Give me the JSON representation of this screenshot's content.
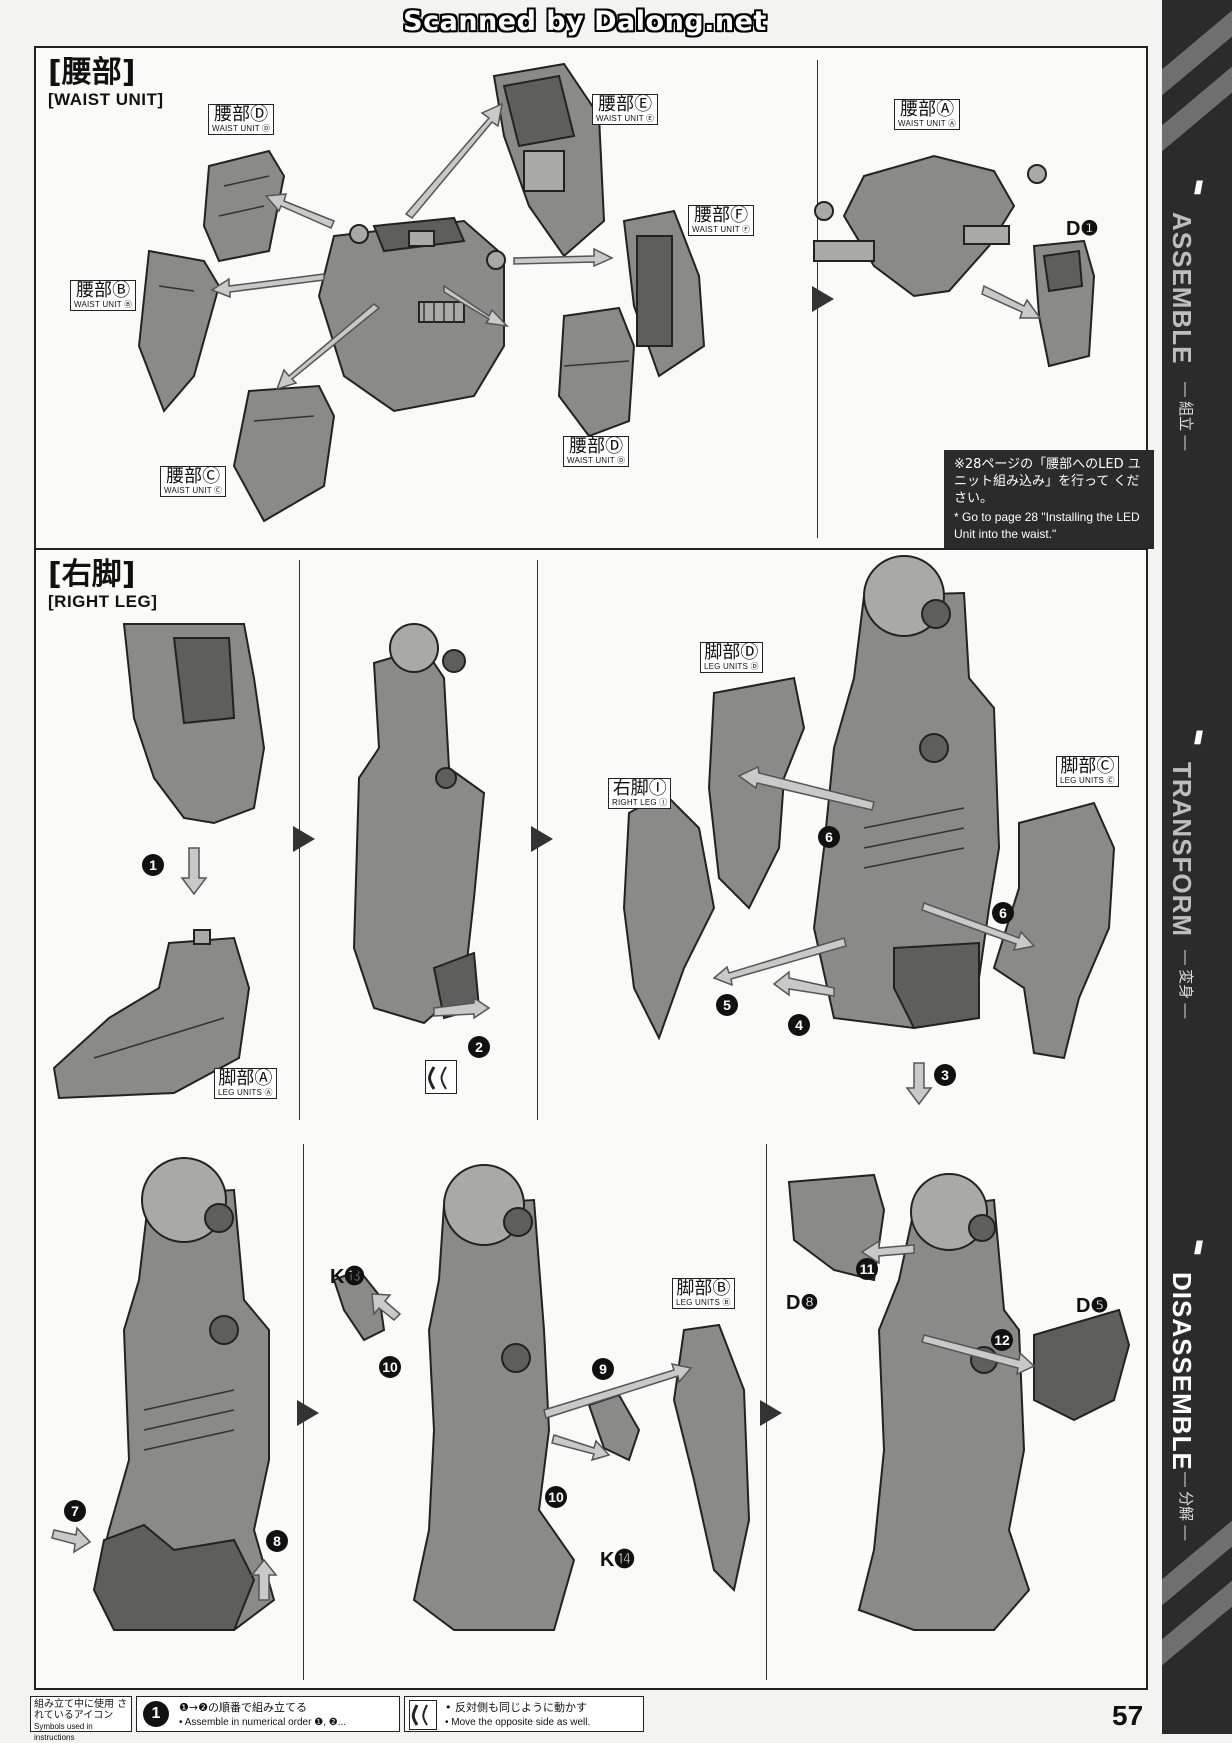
{
  "scanner_watermark": "Scanned by Dalong.net",
  "sidebar": {
    "assemble": {
      "en": "ASSEMBLE",
      "jp": "— 組立 —"
    },
    "transform": {
      "en": "TRANSFORM",
      "jp": "— 変身 —"
    },
    "disassemble": {
      "en": "DISASSEMBLE",
      "jp": "— 分解 —"
    }
  },
  "waist_section": {
    "title_jp": "[腰部]",
    "title_en": "[WAIST UNIT]",
    "labels": {
      "d1": {
        "jp": "腰部Ⓓ",
        "en": "WAIST UNIT Ⓓ"
      },
      "e": {
        "jp": "腰部Ⓔ",
        "en": "WAIST UNIT Ⓔ"
      },
      "f": {
        "jp": "腰部Ⓕ",
        "en": "WAIST UNIT Ⓕ"
      },
      "b": {
        "jp": "腰部Ⓑ",
        "en": "WAIST UNIT Ⓑ"
      },
      "c": {
        "jp": "腰部Ⓒ",
        "en": "WAIST UNIT Ⓒ"
      },
      "d2": {
        "jp": "腰部Ⓓ",
        "en": "WAIST UNIT Ⓓ"
      },
      "a": {
        "jp": "腰部Ⓐ",
        "en": "WAIST UNIT Ⓐ"
      }
    },
    "part_d1": "D❶",
    "note_jp": "※28ページの「腰部へのLED ユニット組み込み」を行って ください。",
    "note_en": "* Go to page 28 \"Installing the LED Unit into the waist.\""
  },
  "leg_section": {
    "title_jp": "[右脚]",
    "title_en": "[RIGHT LEG]",
    "labels": {
      "leg_a": {
        "jp": "脚部Ⓐ",
        "en": "LEG UNITS Ⓐ"
      },
      "leg_d": {
        "jp": "脚部Ⓓ",
        "en": "LEG UNITS Ⓓ"
      },
      "right_leg_i": {
        "jp": "右脚Ⓘ",
        "en": "RIGHT LEG Ⓘ"
      },
      "leg_c": {
        "jp": "脚部Ⓒ",
        "en": "LEG UNITS Ⓒ"
      },
      "leg_b": {
        "jp": "脚部Ⓑ",
        "en": "LEG UNITS Ⓑ"
      }
    },
    "steps": [
      "1",
      "2",
      "3",
      "4",
      "5",
      "6",
      "6",
      "7",
      "8",
      "9",
      "10",
      "10",
      "11",
      "12"
    ],
    "part_k13": "K⓭",
    "part_k14": "K⓮",
    "part_d8": "D❽",
    "part_d5": "D❺"
  },
  "footer": {
    "icon_box_jp": "組み立て中に使用 されているアイコン",
    "icon_box_en": "Symbols used in instructions",
    "numerical_jp": "❶→❷の順番で組み立てる",
    "numerical_en": "• Assemble in numerical order ❶, ❷...",
    "numerical_icon": "1",
    "opposite_jp": "• 反対側も同じように動かす",
    "opposite_en": "• Move the opposite side as well."
  },
  "page_number": "57"
}
